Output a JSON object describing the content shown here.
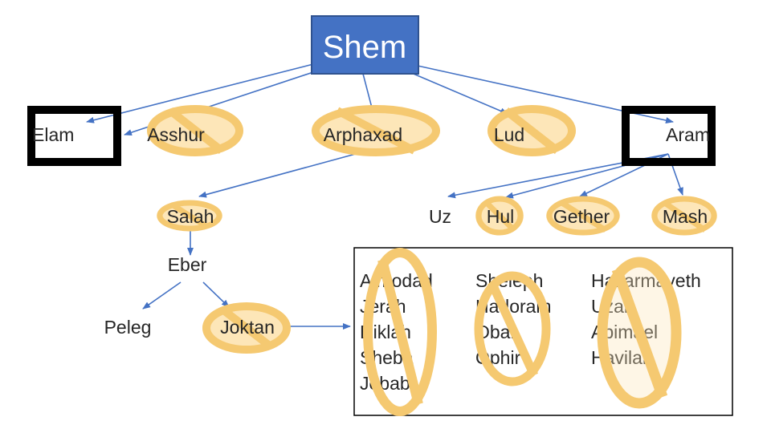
{
  "root": {
    "label": "Shem",
    "fill": "#4472c4",
    "border": "#2f528f"
  },
  "sons": {
    "elam": "Elam",
    "asshur": "Asshur",
    "arphaxad": "Arphaxad",
    "lud": "Lud",
    "aram": "Aram"
  },
  "aram_sons": {
    "uz": "Uz",
    "hul": "Hul",
    "gether": "Gether",
    "mash": "Mash"
  },
  "line": {
    "salah": "Salah",
    "eber": "Eber",
    "peleg": "Peleg",
    "joktan": "Joktan"
  },
  "joktan_sons": {
    "col1": [
      "Almodad",
      "Sheleph",
      "Hazarmaveth",
      "Jerah"
    ],
    "col1_rest": [
      "Hadoram",
      "Uzal",
      "Diklah"
    ],
    "col2": [
      "Obal",
      "Abimael",
      "Sheba",
      "Ophir"
    ],
    "col3": [
      "Havilah",
      "Jobab"
    ]
  },
  "colors": {
    "arrow": "#4472c4",
    "forbidden_sign": "#f5c971",
    "forbidden_fill": "#fde6b8",
    "highlight_box": "#000000"
  },
  "icons": [
    "no-entry-sign-icon",
    "highlight-box-icon",
    "arrow-icon"
  ]
}
